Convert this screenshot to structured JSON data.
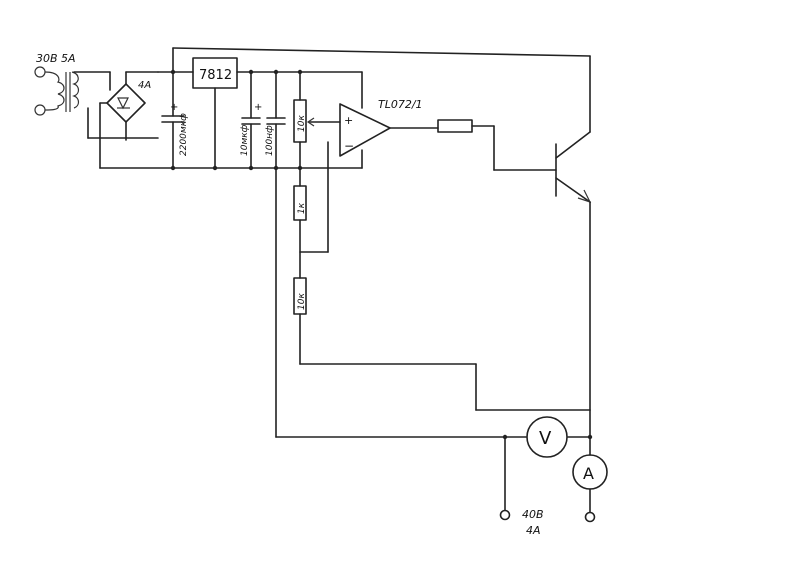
{
  "labels": {
    "transformer_rating": "30В 5А",
    "fuse_rating": "4А",
    "regulator": "7812",
    "cap_input": "2200мкф",
    "cap_plus": "+",
    "cap_mid": "10мкф",
    "cap_mid_plus": "+",
    "cap_small": "100нф",
    "pot": "10к",
    "opamp": "TL072/1",
    "opamp_plus": "+",
    "opamp_minus": "−",
    "resistor_1k": "1к",
    "resistor_10k": "10к",
    "voltmeter": "V",
    "ammeter": "A",
    "output_voltage": "40В",
    "output_current": "4А"
  },
  "colors": {
    "ink": "#222222",
    "paper": "#ffffff"
  }
}
